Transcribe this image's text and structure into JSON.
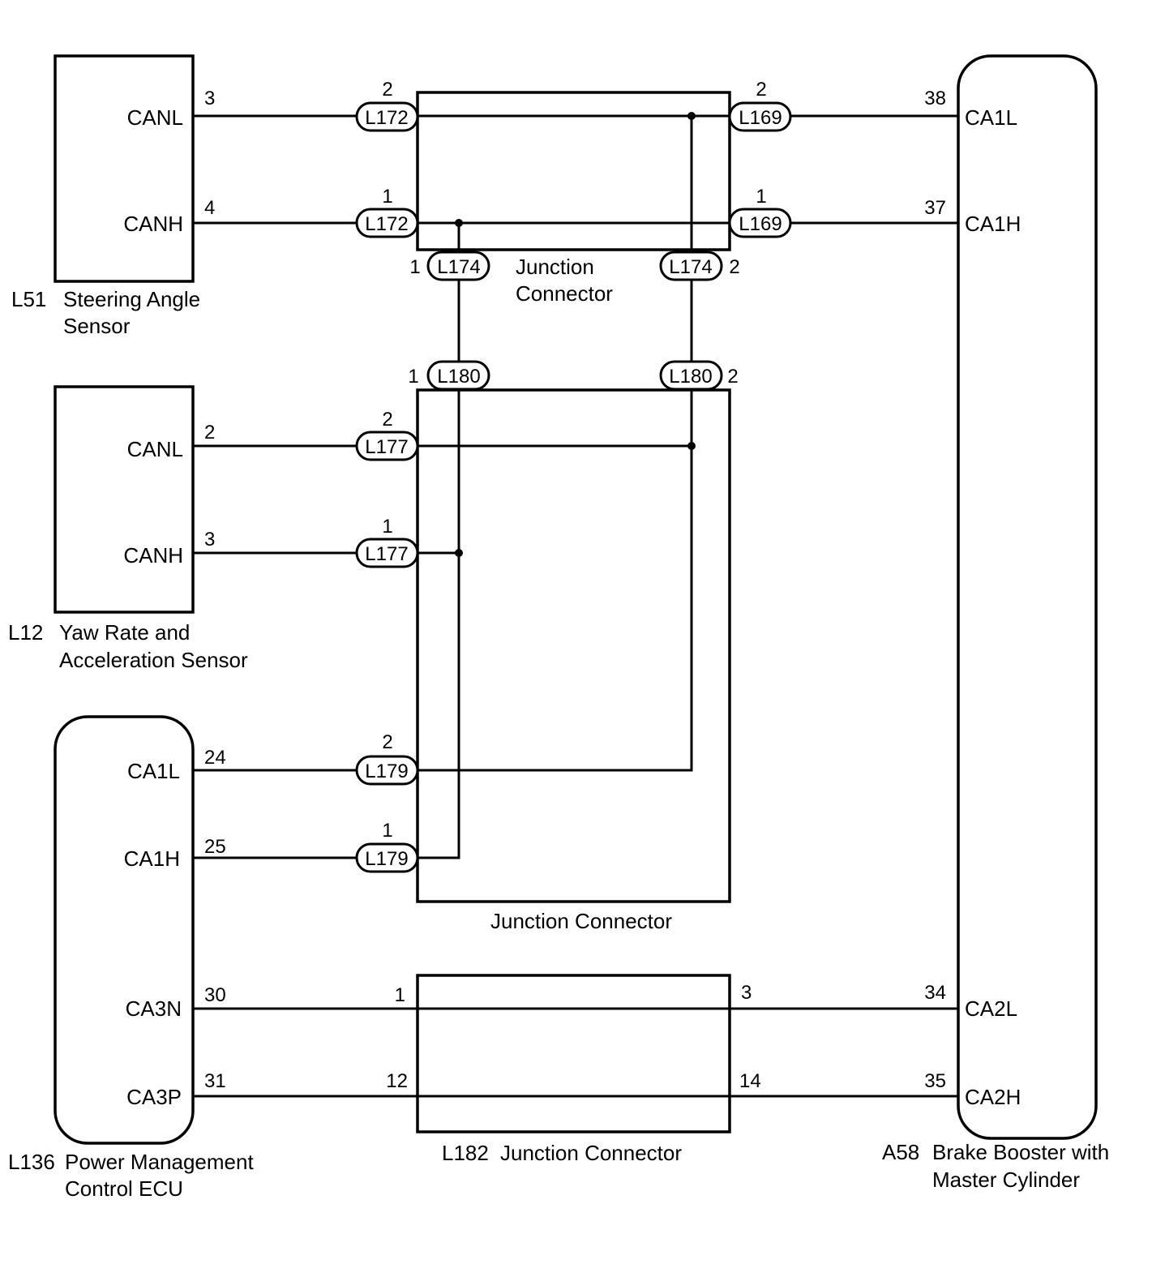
{
  "components": {
    "steering_sensor": {
      "id": "L51",
      "name_line1": "Steering Angle",
      "name_line2": "Sensor",
      "pins": {
        "canl": "CANL",
        "canh": "CANH"
      },
      "pin_nums": {
        "canl": "3",
        "canh": "4"
      }
    },
    "yaw_sensor": {
      "id": "L12",
      "name_line1": "Yaw Rate and",
      "name_line2": "Acceleration Sensor",
      "pins": {
        "canl": "CANL",
        "canh": "CANH"
      },
      "pin_nums": {
        "canl": "2",
        "canh": "3"
      }
    },
    "power_ecu": {
      "id": "L136",
      "name_line1": "Power Management",
      "name_line2": "Control ECU",
      "pins": {
        "ca1l": "CA1L",
        "ca1h": "CA1H",
        "ca3n": "CA3N",
        "ca3p": "CA3P"
      },
      "pin_nums": {
        "ca1l": "24",
        "ca1h": "25",
        "ca3n": "30",
        "ca3p": "31"
      }
    },
    "brake_booster": {
      "id": "A58",
      "name_line1": "Brake Booster with",
      "name_line2": "Master Cylinder",
      "pins": {
        "ca1l": "CA1L",
        "ca1h": "CA1H",
        "ca2l": "CA2L",
        "ca2h": "CA2H"
      },
      "pin_nums": {
        "ca1l": "38",
        "ca1h": "37",
        "ca2l": "34",
        "ca2h": "35"
      }
    }
  },
  "junctions": {
    "top": {
      "line1": "Junction",
      "line2": "Connector"
    },
    "middle": {
      "label": "Junction Connector"
    },
    "bottom": {
      "id": "L182",
      "label": "Junction Connector",
      "pins": {
        "a": "1",
        "b": "3",
        "c": "12",
        "d": "14"
      }
    }
  },
  "connectors": {
    "l172_2": {
      "code": "L172",
      "pin": "2"
    },
    "l172_1": {
      "code": "L172",
      "pin": "1"
    },
    "l169_2": {
      "code": "L169",
      "pin": "2"
    },
    "l169_1": {
      "code": "L169",
      "pin": "1"
    },
    "l174_1": {
      "code": "L174",
      "pin": "1"
    },
    "l174_2": {
      "code": "L174",
      "pin": "2"
    },
    "l180_1": {
      "code": "L180",
      "pin": "1"
    },
    "l180_2": {
      "code": "L180",
      "pin": "2"
    },
    "l177_2": {
      "code": "L177",
      "pin": "2"
    },
    "l177_1": {
      "code": "L177",
      "pin": "1"
    },
    "l179_2": {
      "code": "L179",
      "pin": "2"
    },
    "l179_1": {
      "code": "L179",
      "pin": "1"
    }
  }
}
